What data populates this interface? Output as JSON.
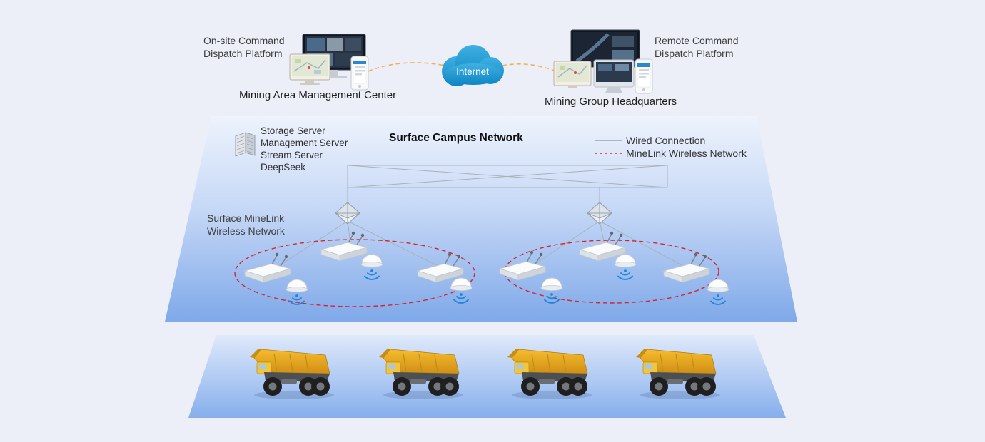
{
  "header": {
    "onsite_line1": "On-site Command",
    "onsite_line2": "Dispatch Platform",
    "mining_area_center": "Mining Area Management Center",
    "internet": "Internet",
    "remote_line1": "Remote Command",
    "remote_line2": "Dispatch Platform",
    "headquarters": "Mining Group Headquarters"
  },
  "surface": {
    "title": "Surface Campus Network",
    "servers": [
      "Storage Server",
      "Management Server",
      "Stream Server",
      "DeepSeek"
    ],
    "wireless_line1": "Surface MineLink",
    "wireless_line2": "Wireless Network",
    "legend_wired": "Wired Connection",
    "legend_wireless": "MineLink Wireless Network"
  },
  "icons": {
    "server_stack": "server-stack-icon",
    "core_switch": "core-switch-icon",
    "wireless_ap": "wireless-access-point-icon",
    "wireless_dome": "wireless-dome-icon",
    "wifi_signal": "wifi-signal-icon",
    "internet_cloud": "internet-cloud-icon",
    "mining_truck": "mining-truck-icon"
  },
  "colors": {
    "background": "#edeff8",
    "internet_cloud_blue": "#1e96d2",
    "internet_link_orange": "#f0b052",
    "wired_connection_gray": "#9aa4b0",
    "wireless_network_red": "#d8222f",
    "plane_gradient_top": "#eef3fd",
    "plane_gradient_bottom": "#7fa9e9",
    "truck_yellow": "#e9a41e",
    "wifi_blue": "#1d86d8"
  }
}
